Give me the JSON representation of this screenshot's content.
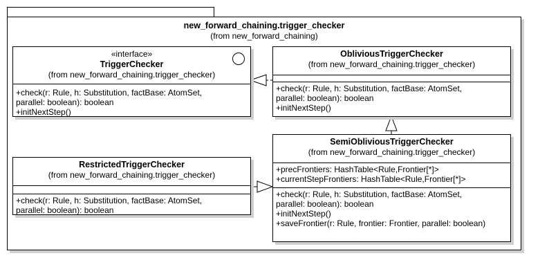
{
  "package": {
    "name": "new_forward_chaining.trigger_checker",
    "from": "(from new_forward_chaining)"
  },
  "classes": {
    "trigger_checker": {
      "stereotype": "«interface»",
      "name": "TriggerChecker",
      "from": "(from new_forward_chaining.trigger_checker)",
      "attributes": [],
      "operations": [
        "+check(r: Rule, h: Substitution, factBase: AtomSet,",
        "parallel: boolean): boolean",
        "+initNextStep()"
      ]
    },
    "oblivious": {
      "name": "ObliviousTriggerChecker",
      "from": "(from new_forward_chaining.trigger_checker)",
      "attributes": [],
      "operations": [
        "+check(r: Rule, h: Substitution, factBase: AtomSet,",
        "parallel: boolean): boolean",
        "+initNextStep()"
      ]
    },
    "restricted": {
      "name": "RestrictedTriggerChecker",
      "from": "(from new_forward_chaining.trigger_checker)",
      "attributes": [],
      "operations": [
        "+check(r: Rule, h: Substitution, factBase: AtomSet,",
        "parallel: boolean): boolean"
      ]
    },
    "semi_oblivious": {
      "name": "SemiObliviousTriggerChecker",
      "from": "(from new_forward_chaining.trigger_checker)",
      "attributes": [
        "+precFrontiers: HashTable<Rule,Frontier[*]>",
        "+currentStepFrontiers: HashTable<Rule,Frontier[*]>"
      ],
      "operations": [
        "+check(r: Rule, h: Substitution, factBase: AtomSet,",
        "parallel: boolean): boolean",
        "+initNextStep()",
        "+saveFrontier(r: Rule, frontier: Frontier, parallel: boolean)"
      ]
    }
  }
}
